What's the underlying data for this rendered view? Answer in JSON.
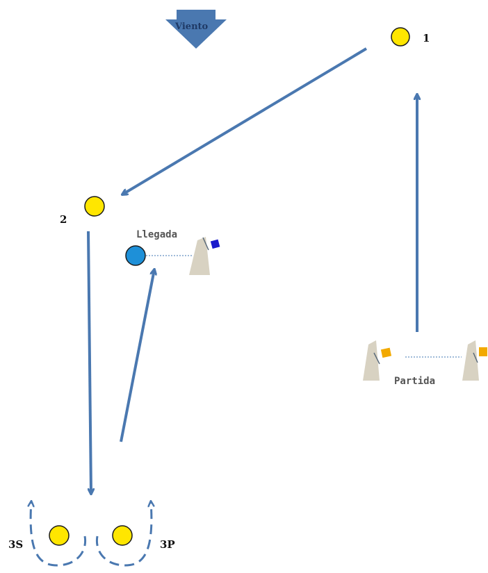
{
  "wind": {
    "label": "Viento"
  },
  "marks": {
    "mark1": {
      "label": "1"
    },
    "mark2": {
      "label": "2"
    },
    "gate_starboard": {
      "label": "3S"
    },
    "gate_port": {
      "label": "3P"
    }
  },
  "finish": {
    "label": "Llegada"
  },
  "start": {
    "label": "Partida"
  },
  "colors": {
    "arrow": "#4a78b0",
    "mark_fill": "#ffe600",
    "mark_stroke": "#1a1a1a",
    "finish_buoy": "#1e90d8",
    "start_flag": "#f2a900",
    "finish_flag": "#1a1acc",
    "committee_boat": "#d8d2c2",
    "line_dotted": "#7fa3cc"
  }
}
